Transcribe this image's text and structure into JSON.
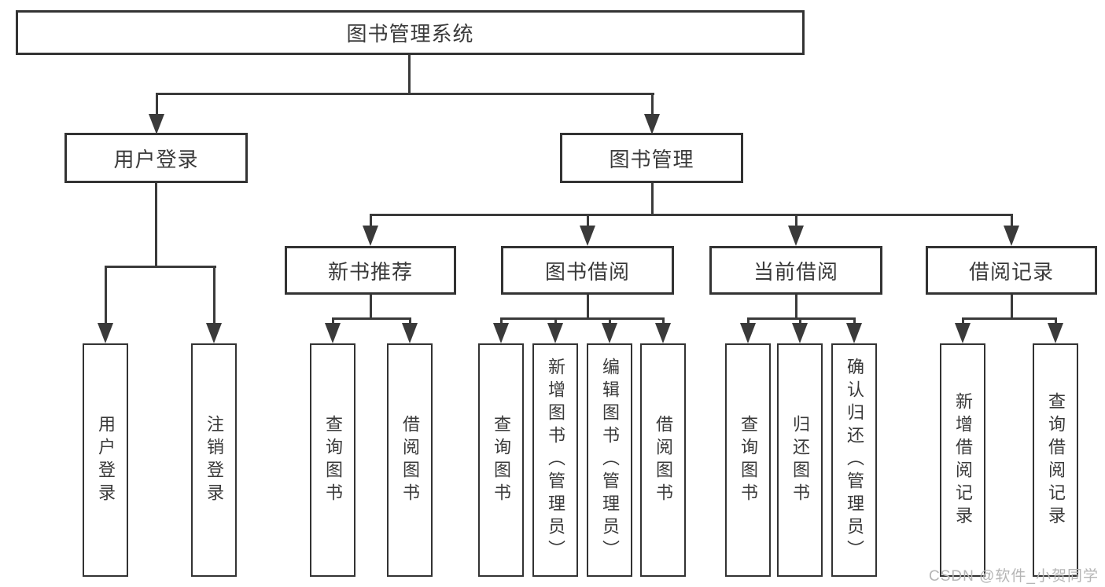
{
  "nodes": {
    "root": "图书管理系统",
    "user_login": "用户登录",
    "book_mgmt": "图书管理",
    "new_book_rec": "新书推荐",
    "book_borrow": "图书借阅",
    "current_borrow": "当前借阅",
    "borrow_record": "借阅记录",
    "leaf_user_login": "用户登录",
    "leaf_logout": "注销登录",
    "leaf_nb_query": "查询图书",
    "leaf_nb_borrow": "借阅图书",
    "leaf_bb_query": "查询图书",
    "leaf_bb_add": "新增图书（管理员）",
    "leaf_bb_edit": "编辑图书（管理员）",
    "leaf_bb_borrow": "借阅图书",
    "leaf_cb_query": "查询图书",
    "leaf_cb_return": "归还图书",
    "leaf_cb_confirm": "确认归还（管理员）",
    "leaf_br_add": "新增借阅记录",
    "leaf_br_query": "查询借阅记录"
  },
  "watermark": {
    "text": "CSDN @软件_小贺同学",
    "color": "#b5b5b5"
  },
  "colors": {
    "line": "#3a3a3a",
    "border": "#333333",
    "text": "#3a3a3a",
    "background": "#ffffff"
  }
}
